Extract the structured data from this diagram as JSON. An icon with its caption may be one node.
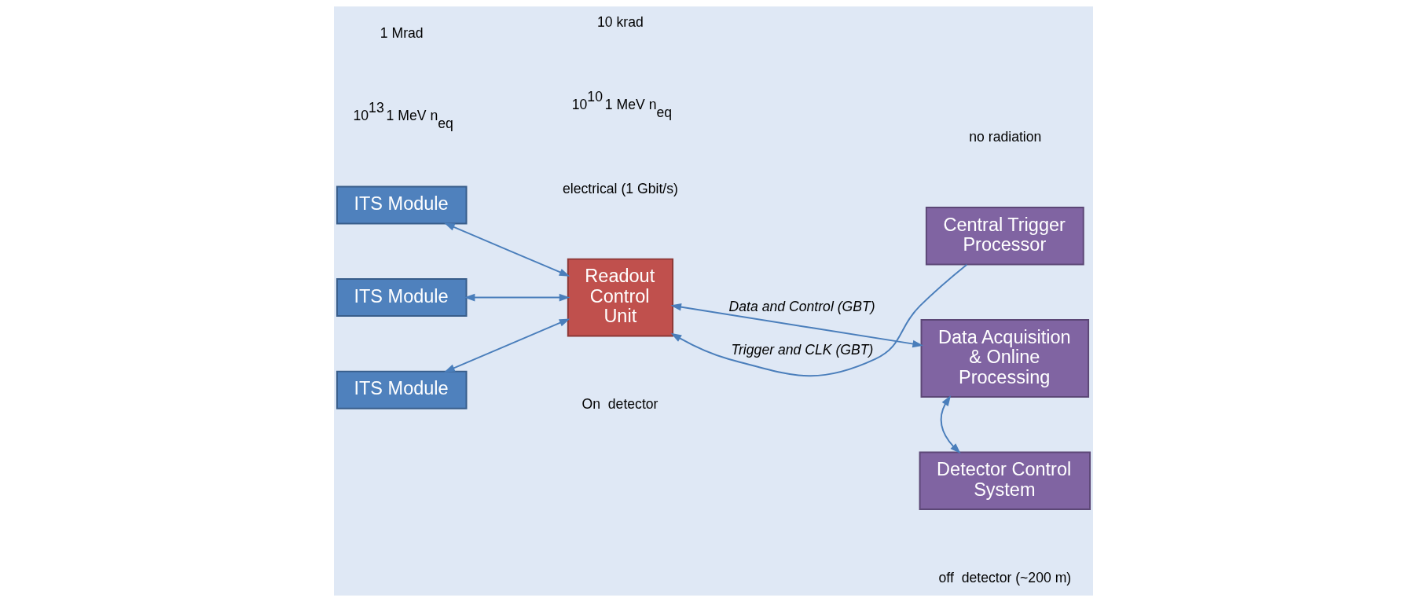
{
  "diagram": {
    "nodes": [
      {
        "text": [
          "ITS Module"
        ]
      },
      {
        "text": [
          "ITS Module"
        ]
      },
      {
        "text": [
          "ITS Module"
        ]
      },
      {
        "text": [
          "Readout Control Unit"
        ]
      },
      {
        "text": [
          "Central Trigger Processor"
        ]
      },
      {
        "text": [
          "Data Acquisition & Online Processing"
        ]
      },
      {
        "text": [
          "Detector Control System"
        ]
      }
    ],
    "edges": [
      {
        "from": 0,
        "to": 3,
        "arrow": "both"
      },
      {
        "from": 1,
        "to": 3,
        "arrow": "both"
      },
      {
        "from": 2,
        "to": 3,
        "arrow": "both"
      },
      {
        "from": 4,
        "to": 3,
        "arrow": "to",
        "label": "Trigger and CLK (GBT)"
      },
      {
        "from": 3,
        "to": 5,
        "arrow": "both",
        "label": "Data and Control (GBT)"
      },
      {
        "from": 5,
        "to": 6,
        "arrow": "both"
      }
    ],
    "labels": [
      "no radiation",
      "1 Mrad",
      "10$^{13}$ 1 MeV n$_{eq}$",
      "10 krad",
      "10$^{10}$ 1 MeV n$_{eq}$",
      "electrical (1 Gbit/s)",
      "On  detector",
      "off  detector (~200 m)"
    ]
  }
}
